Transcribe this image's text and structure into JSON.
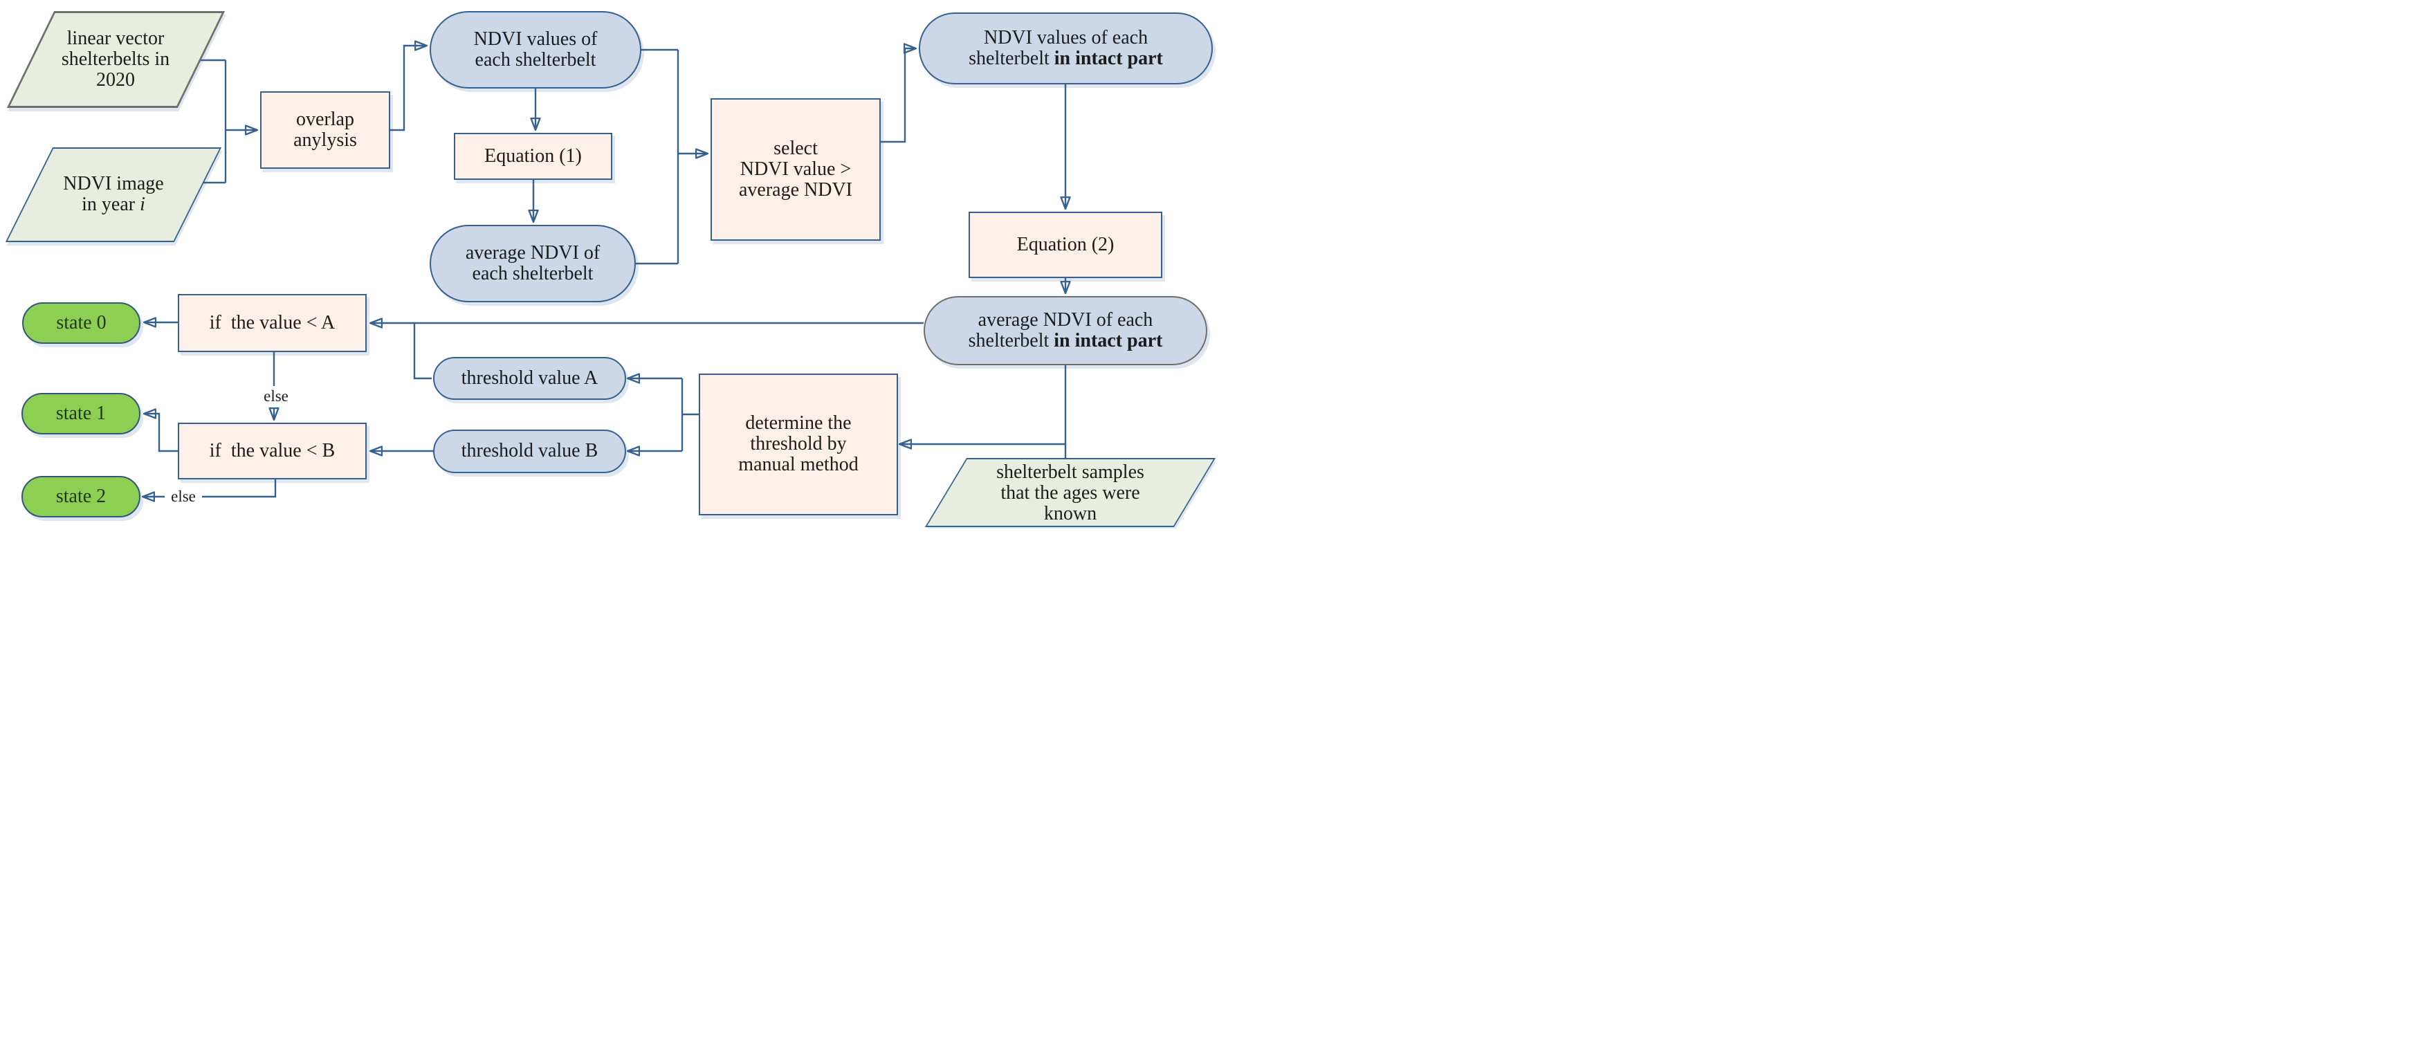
{
  "diagram": {
    "type": "flowchart",
    "nodes": {
      "linear_vector": {
        "lines": [
          "linear vector",
          "shelterbelts in",
          "2020"
        ]
      },
      "ndvi_image": {
        "line1": "NDVI image",
        "line2_prefix": "in year ",
        "line2_italic": "i"
      },
      "overlap": {
        "lines": [
          "overlap",
          "anylysis"
        ]
      },
      "ndvi_values": {
        "lines": [
          "NDVI values of",
          "each shelterbelt"
        ]
      },
      "equation1": {
        "label": "Equation (1)"
      },
      "average_ndvi": {
        "lines": [
          "average NDVI of",
          "each shelterbelt"
        ]
      },
      "select_ndvi": {
        "lines": [
          "select",
          "NDVI value >",
          "average NDVI"
        ]
      },
      "ndvi_values_intact": {
        "line1": "NDVI values of each",
        "line2_prefix": "shelterbelt ",
        "line2_bold": "in intact part"
      },
      "equation2": {
        "label": "Equation (2)"
      },
      "average_ndvi_intact": {
        "line1": "average NDVI of each",
        "line2_prefix": "shelterbelt ",
        "line2_bold": "in intact part"
      },
      "if_a": {
        "label": "if  the value < A"
      },
      "if_b": {
        "label": "if  the value < B"
      },
      "threshold_a": {
        "label": "threshold value A"
      },
      "threshold_b": {
        "label": "threshold value B"
      },
      "determine": {
        "lines": [
          "determine the",
          "threshold by",
          "manual method"
        ]
      },
      "samples": {
        "lines": [
          "shelterbelt samples",
          "that the ages were",
          "known"
        ]
      },
      "state0": {
        "label": "state 0"
      },
      "state1": {
        "label": "state 1"
      },
      "state2": {
        "label": "state 2"
      }
    },
    "edge_labels": {
      "else1": "else",
      "else2": "else"
    },
    "colors": {
      "line": "#36618f",
      "arrowhead": "#2d5680",
      "process_fill": "#fdf0e8",
      "data_fill": "#ccd7e8",
      "io_fill": "#e7eedf",
      "state_fill": "#8ccf52",
      "state_border": "#33567e",
      "gray_border": "#6f6f6f",
      "text": "#1c1c1c"
    }
  }
}
